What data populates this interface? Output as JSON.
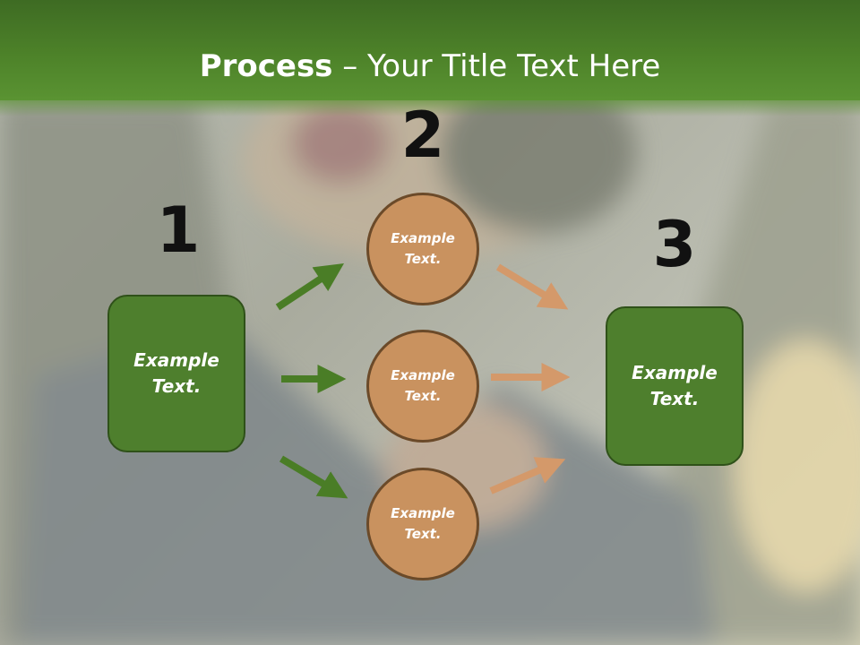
{
  "slide": {
    "title_strong": "Process",
    "title_rest": " – Your Title Text Here"
  },
  "steps": {
    "one": "1",
    "two": "2",
    "three": "3"
  },
  "left_box": {
    "text": "Example Text."
  },
  "right_box": {
    "text": "Example Text."
  },
  "circles": [
    {
      "text": "Example Text."
    },
    {
      "text": "Example Text."
    },
    {
      "text": "Example Text."
    }
  ],
  "colors": {
    "header_green": "#4d8229",
    "box_green": "#4e7f2d",
    "circle_tan": "#c9925f",
    "arrow_green": "#4a7d26",
    "arrow_tan": "#d4996a"
  }
}
